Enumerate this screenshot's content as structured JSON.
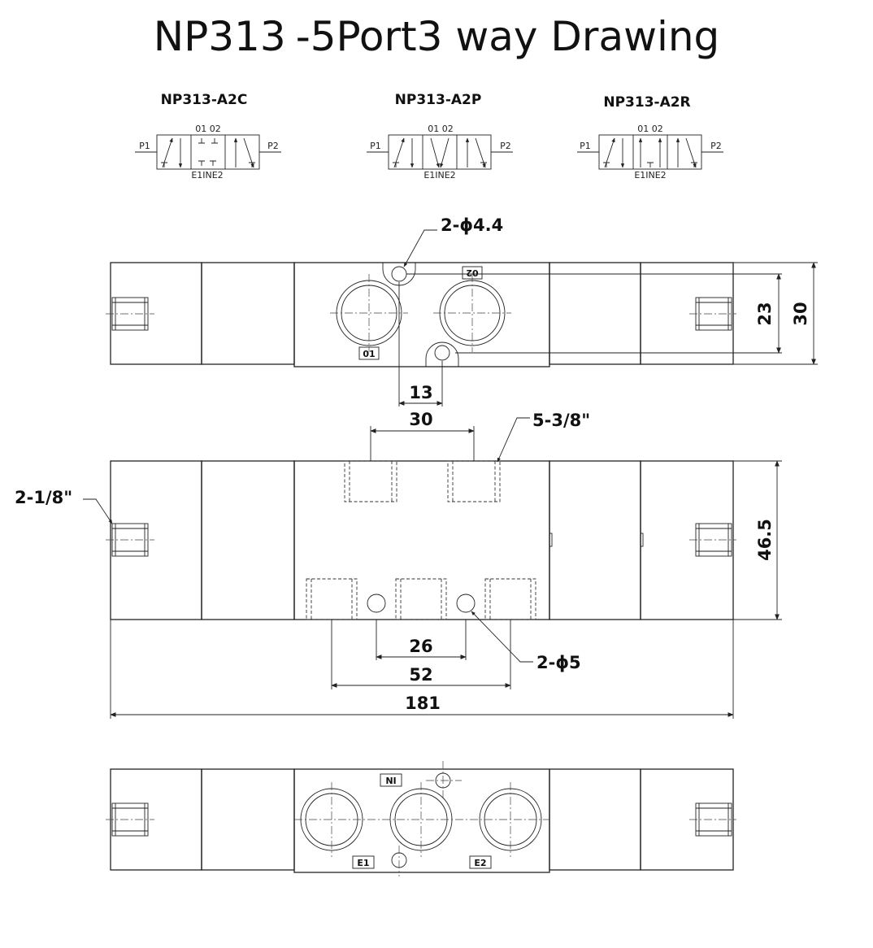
{
  "title": {
    "part": "NP313",
    "rest": "-5Port3 way Drawing"
  },
  "symbols": [
    {
      "model": "NP313-A2C",
      "port_left": "P1",
      "port_right": "P2",
      "top_ports": "01  02",
      "bottom_ports": "E1INE2"
    },
    {
      "model": "NP313-A2P",
      "port_left": "P1",
      "port_right": "P2",
      "top_ports": "01  02",
      "bottom_ports": "E1INE2"
    },
    {
      "model": "NP313-A2R",
      "port_left": "P1",
      "port_right": "P2",
      "top_ports": "01  02",
      "bottom_ports": "E1INE2"
    }
  ],
  "top_view": {
    "mount_hole_callout": "2-ϕ4.4",
    "port_labels": [
      "01",
      "02"
    ],
    "dims": {
      "width_inner": "23",
      "width_outer": "30",
      "hole_spacing": "13"
    }
  },
  "front_view": {
    "dims": {
      "upper_port_pitch": "30",
      "height": "46.5",
      "hole_pitch": "26",
      "outer_port_pitch": "52",
      "overall_length": "181"
    },
    "callouts": {
      "upper_ports": "5-3/8\"",
      "pilot_ports": "2-1/8\"",
      "holes": "2-ϕ5"
    }
  },
  "bottom_view": {
    "port_labels": [
      "IN",
      "E1",
      "E2"
    ]
  }
}
